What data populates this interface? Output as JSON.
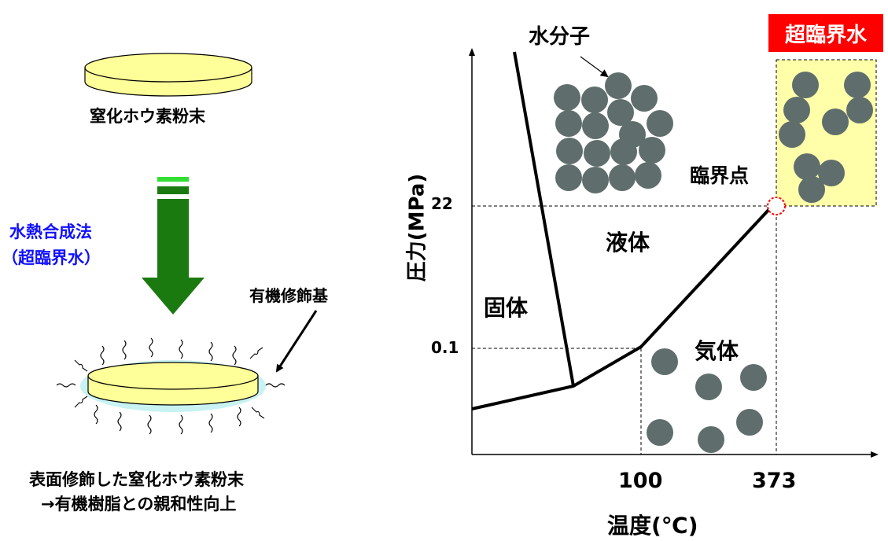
{
  "left": {
    "powder_label": "窒化ホウ素粉末",
    "method_line1": "水熱合成法",
    "method_line2": "（超臨界水）",
    "modifier_label": "有機修飾基",
    "result_line1": "表面修飾した窒化ホウ素粉末",
    "result_line2": "→有機樹脂との親和性向上"
  },
  "diagram": {
    "supercritical_badge": "超臨界水",
    "water_molecule_label": "水分子",
    "critical_point_label": "臨界点",
    "phases": {
      "solid": "固体",
      "liquid": "液体",
      "gas": "気体"
    },
    "y_axis_label": "圧力(MPa)",
    "x_axis_label": "温度(℃)",
    "y_ticks": [
      "22",
      "0.1"
    ],
    "x_ticks": [
      "100",
      "373"
    ]
  },
  "colors": {
    "molecule": "#5f6e6c",
    "disk_fill": "#ffff99",
    "supercritical_region": "#ffffaa",
    "badge": "#ff0000",
    "arrow_green": "#1a7a10",
    "method_text": "#1010ff"
  }
}
